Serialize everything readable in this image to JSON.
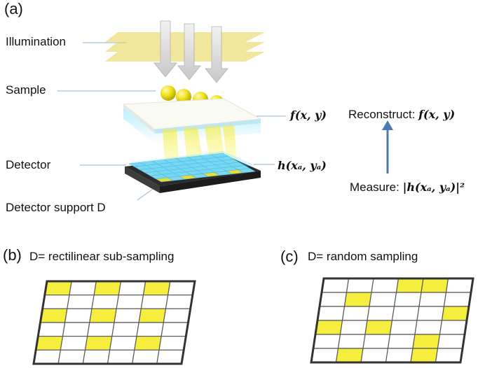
{
  "panel_a": {
    "label": "(a)",
    "labels": {
      "illumination": "Illumination",
      "sample": "Sample",
      "detector": "Detector",
      "detector_support": "Detector support D"
    },
    "math": {
      "object": "f(x, y)",
      "field": "h(xₐ, yₐ)"
    },
    "reconstruct_prefix": "Reconstruct: ",
    "reconstruct_math": "f(x, y)",
    "measure_prefix": "Measure: ",
    "measure_math": "|h(xₐ, yₐ)|²"
  },
  "panel_b": {
    "label": "(b)",
    "caption": "D= rectilinear sub-sampling",
    "rows": 6,
    "cols": 6,
    "filled": [
      [
        0,
        0
      ],
      [
        0,
        2
      ],
      [
        0,
        4
      ],
      [
        2,
        0
      ],
      [
        2,
        2
      ],
      [
        2,
        4
      ],
      [
        4,
        0
      ],
      [
        4,
        2
      ],
      [
        4,
        4
      ]
    ]
  },
  "panel_c": {
    "label": "(c)",
    "caption": "D= random sampling",
    "rows": 6,
    "cols": 6,
    "filled": [
      [
        0,
        3
      ],
      [
        0,
        4
      ],
      [
        1,
        1
      ],
      [
        2,
        5
      ],
      [
        3,
        0
      ],
      [
        3,
        2
      ],
      [
        4,
        4
      ],
      [
        5,
        1
      ],
      [
        5,
        4
      ]
    ]
  },
  "colors": {
    "fill": "#f6ee3c",
    "grid_line": "#5a5a5a",
    "arrow": "#4a7bb0",
    "leader": "#8fb0d0"
  }
}
